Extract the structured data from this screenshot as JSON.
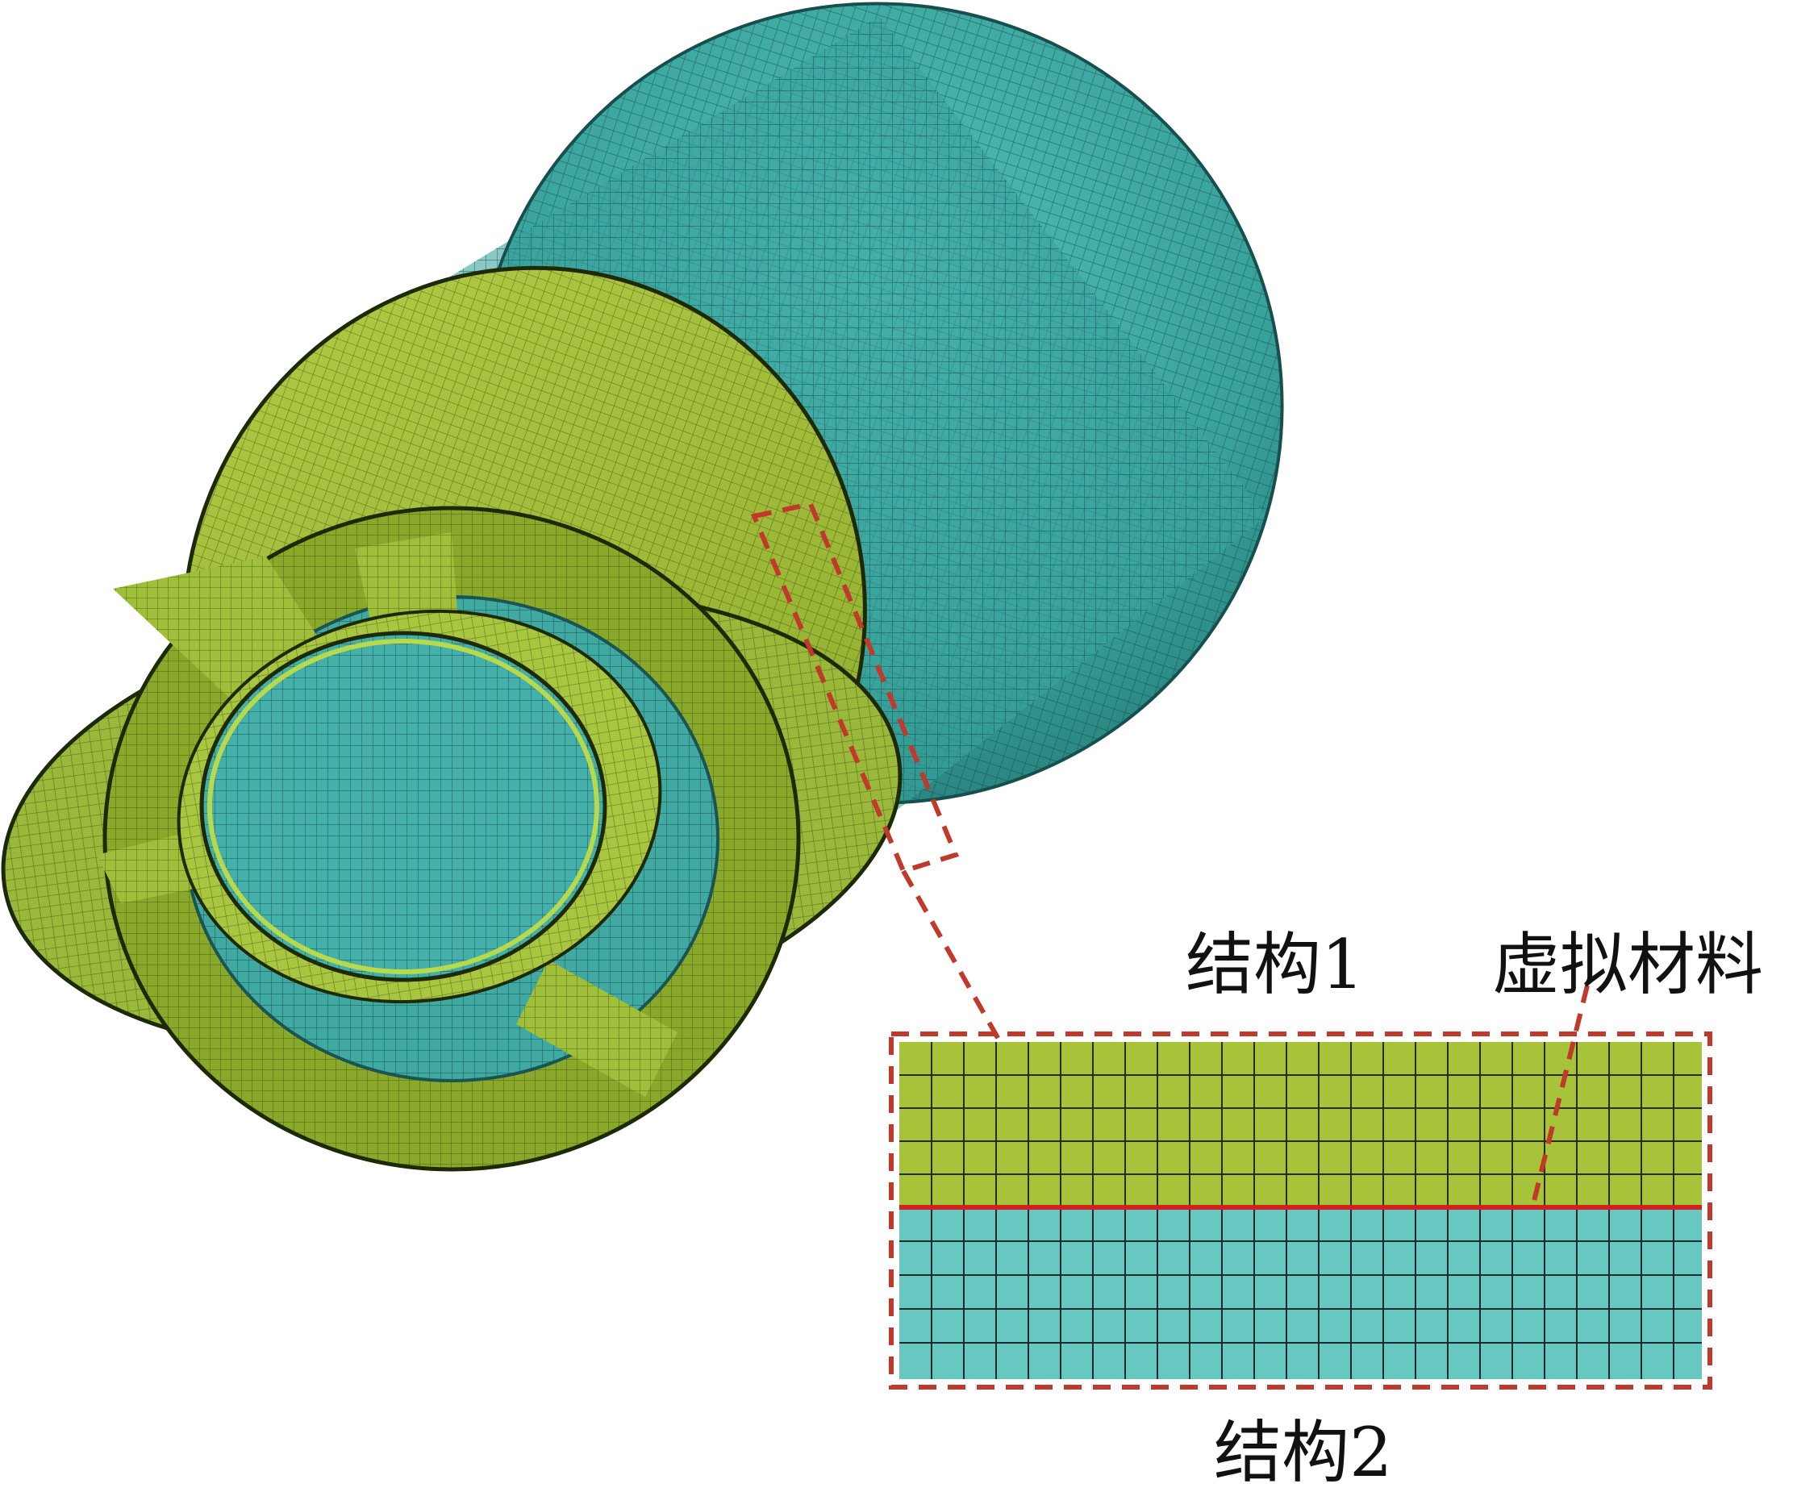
{
  "labels": {
    "structure_1": "结构1",
    "virtual_material": "虚拟材料",
    "structure_2": "结构2"
  },
  "colors": {
    "structure_1": "#a6c33a",
    "structure_1_dark": "#5d7b12",
    "structure_2": "#47b5ad",
    "structure_2_dark": "#2a7f7c",
    "interface_line": "#d02020",
    "callout": "#c0392b",
    "mesh_line": "#111111"
  }
}
